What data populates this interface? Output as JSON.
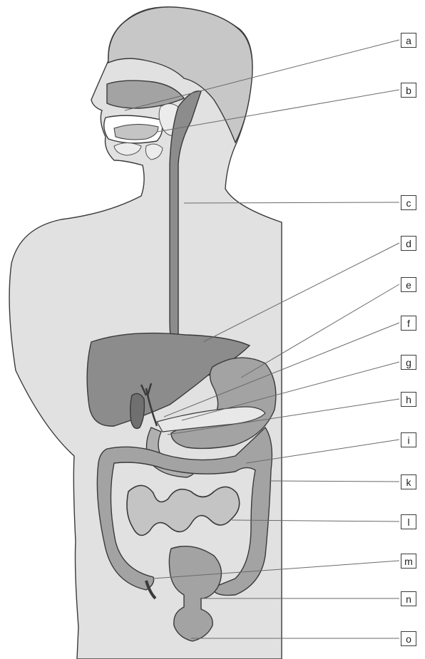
{
  "labels": [
    "a",
    "b",
    "c",
    "d",
    "e",
    "f",
    "g",
    "h",
    "i",
    "k",
    "l",
    "m",
    "n",
    "o"
  ],
  "colors": {
    "skin": "#e1e1e1",
    "hair": "#c7c7c7",
    "organ_dark": "#8c8c8c",
    "organ_mid": "#a3a3a3",
    "organ_light": "#c4c4c4",
    "outline": "#3a3a3a",
    "leader": "#6a6a6a"
  }
}
